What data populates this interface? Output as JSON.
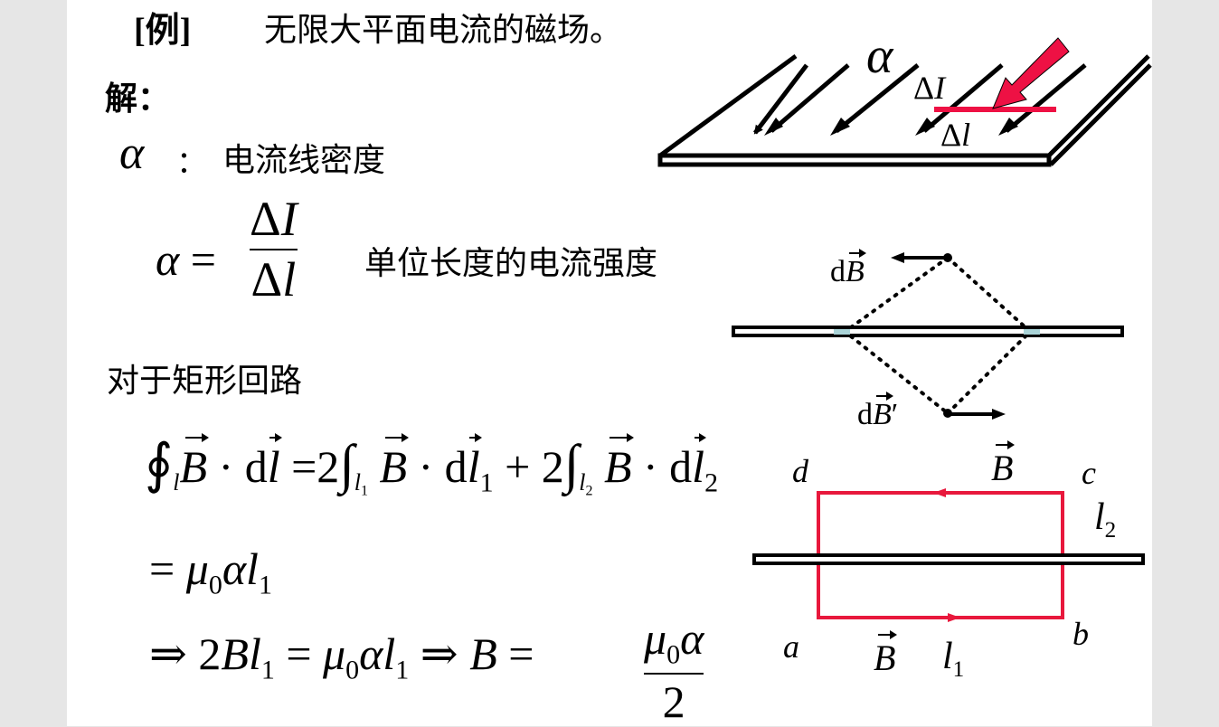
{
  "slide": {
    "example_tag": "[例]",
    "title": "无限大平面电流的磁场。",
    "solution_label": "解：",
    "alpha_symbol": "α",
    "alpha_colon": "：",
    "alpha_definition": "电流线密度",
    "formula_alpha": {
      "lhs": "α =",
      "numerator": "ΔI",
      "denominator": "Δl"
    },
    "unit_description": "单位长度的电流强度",
    "rect_loop_label": "对于矩形回路",
    "equation_line1": {
      "oint_sub": "l",
      "term1": "B · d",
      "term1_var": "l",
      "eq": "=2",
      "int1_sub": "l1",
      "term2": "B · d",
      "term2_var": "l",
      "term2_sub": "1",
      "plus": "+ 2",
      "int2_sub": "l2",
      "term3": "B · d",
      "term3_var": "l",
      "term3_sub": "2"
    },
    "equation_line2": "= μ0αl1",
    "equation_line3": {
      "text": "⇒ 2Bl1 = μ0αl1 ⇒ B =",
      "numerator": "μ0α",
      "denominator": "2"
    }
  },
  "diagrams": {
    "plane": {
      "alpha_label": "α",
      "delta_I_label": "ΔI",
      "delta_l_label": "Δl",
      "accent_color": "#ee1144"
    },
    "cross_section": {
      "dB_label": "dB",
      "dB_prime_label": "dB′",
      "element_color": "#aad4d8"
    },
    "loop": {
      "corner_d": "d",
      "corner_c": "c",
      "corner_a": "a",
      "corner_b": "b",
      "top_B": "B",
      "bottom_B": "B",
      "l1_label": "l",
      "l1_sub": "1",
      "l2_label": "l",
      "l2_sub": "2",
      "loop_color": "#e8183c"
    }
  },
  "colors": {
    "background": "#e6e6e6",
    "page": "#ffffff",
    "red": "#e8183c"
  }
}
